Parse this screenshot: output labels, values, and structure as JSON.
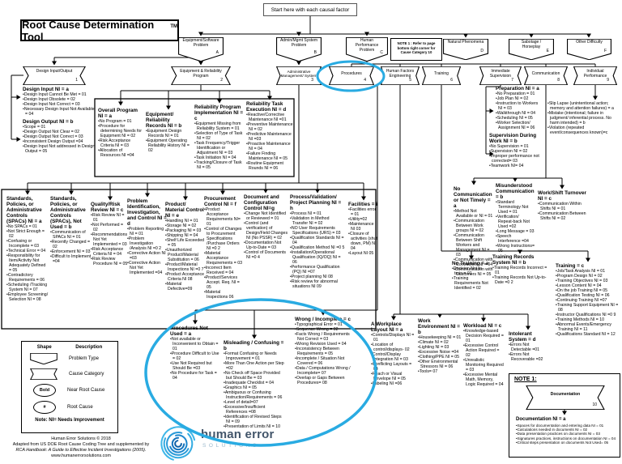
{
  "header": {
    "title": "Root Cause Determination Tool",
    "tm": "TM"
  },
  "start_box": {
    "label": "Start here with each causal factor"
  },
  "top_note": {
    "text": "NOTE 1 : Refer to page bottom right corner for Cause Category 10"
  },
  "colors": {
    "highlight_blue": "#29ABE2",
    "logo_navy": "#42556A",
    "logo_light": "#9CB9CC"
  },
  "problem_types": [
    {
      "label": "Equipment/Software Problem",
      "letter": "A"
    },
    {
      "label": "Admin/Mgmt System Problem",
      "letter": "B"
    },
    {
      "label": "Human Performance Problem",
      "letter": "C"
    },
    {
      "label": "Natural Phenomena",
      "letter": "D"
    },
    {
      "label": "Sabotage / Horseplay",
      "letter": "E"
    },
    {
      "label": "Other Difficulty",
      "letter": "F"
    }
  ],
  "cause_categories": [
    {
      "label": "Design Input/Output",
      "number": "1"
    },
    {
      "label": "Equipment & Reliability Program",
      "number": "2"
    },
    {
      "label": "Administrative Management/ System",
      "number": "3"
    },
    {
      "label": "Procedures",
      "number": "4"
    },
    {
      "label": "Human Factors Engineering",
      "number": "5"
    },
    {
      "label": "Training",
      "number": "6"
    },
    {
      "label": "Immediate Supervision",
      "number": "7"
    },
    {
      "label": "Communication",
      "number": "8"
    },
    {
      "label": "Individual Performance",
      "number": "9"
    }
  ],
  "lists": {
    "design_input": {
      "title": "Design Input NI = a",
      "items": [
        "Design Input Cannot Be Met = 01",
        "Design Input Obsolete = 02",
        "Design Input Not Correct = 03",
        "Necessary Design Input Not Available = 04"
      ]
    },
    "design_output": {
      "title": "Design Output NI = b",
      "items": [
        "Scope = 01",
        "Design Output Not Clear = 02",
        "Design Output Not Correct = 03",
        "Inconsistent Design Output =04",
        "Design Input Not addressed in Design Output = 05"
      ]
    },
    "overall_program": {
      "title": "Overall Program NI = a",
      "items": [
        "No Program = 01",
        "Procedure for determining Needs for Equipment NI = 02",
        "Risk Acceptance Criteria NI = 03",
        "Allocation of Resources NI =04"
      ]
    },
    "equipment_reliability_records": {
      "title": "Equipment/ Reliability Records NI = b",
      "items": [
        "Equipment Design Records NI = 01",
        "Equipment Operating Reliability History NI = 02"
      ]
    },
    "reliability_program_implementation": {
      "title": "Reliability Program Implementation NI = c",
      "items": [
        "Equipment Missing from Reliability System = 01",
        "Selection of Type of Task NI = 02",
        "Task Frequency/Trigger Identification or Adjustment NI = 03",
        "Task Initiation NI = 04",
        "Tracking/Closure of Task NI = 05"
      ]
    },
    "reliability_task_execution": {
      "title": "Reliability Task Execution NI = d",
      "items": [
        "Reactive/Corrective Maintenance NI =01",
        "Preventive Maintenance NI = 02",
        "Predictive Maintenance NI =03",
        "Proactive Maintenance NI = 04",
        "Failure Finding Maintenance NI = 05",
        "Routine Equipment Rounds NI = 06"
      ]
    },
    "spacs_ni": {
      "title": "Standards, Policies, or Administrative Controls (SPACs) NI = a",
      "items": [
        "No SPACs = 01",
        "Not Strict Enough = 02",
        "Confusing or Incomplete = 03",
        "Technical Error = 04",
        "Responsibility for Item/Activity Not Adequately Defined = 05",
        "Contradictory Requirements = 06",
        "Scheduling /Tracking System NI = 07",
        "Employee Screening/ Selection NI = 08"
      ]
    },
    "spacs_not_used": {
      "title": "Standards, Policies, or Administrative Controls (SPACs), Not Used = b",
      "items": [
        "Communication of SPACs NI = 01",
        "Recently Changed = 02",
        "Enforcement NI = 03",
        "Difficult to Implement =04"
      ]
    },
    "quality_risk_review": {
      "title": "Quality/Risk Review NI = c",
      "items": [
        "Risk Review NI = 01",
        "Not Performed = 02",
        "Recommendations Not Yet Implemented = 03",
        "Risk Acceptance Criteria NI = 04",
        "Risk Review Procedure NI = 05"
      ]
    },
    "problem_identification": {
      "title": "Problem Identification, Investigation, and Control NI = d",
      "items": [
        "Problem Reporting NI = 01",
        "Problem Investigation /Analysis NI =0 2",
        "Corrective Action NI =03",
        "Corrective Action Not Yet Implemented =04"
      ]
    },
    "product_material_control": {
      "title": "Product/ Material Control NI = e",
      "items": [
        "Handling NI = 01",
        "Storage NI = 02",
        "Packaging NI = 03",
        "Shipping NI = 04",
        "Shelf Life Exceeded = 05",
        "Unauthorized Product/Material Substitution = 06",
        "Product/Material Inspections NI =0 7",
        "Product Acceptance Criteria NI  08",
        "Material Defective=09"
      ]
    },
    "procurement_control": {
      "title": "Procurement Control NI = f",
      "items": [
        "Product Acceptance Requirements NI= 01",
        "Control of Changes to Procurement Specifications /Purchase Orders NI =0 2",
        "Material Acceptance Requirements = 03",
        "Incorrect Item Received = 04",
        "Product/Services Accept. Req. NI = 05",
        "Material Inspections 06"
      ]
    },
    "document_config": {
      "title": "Document and Configuration Control NI=g",
      "items": [
        "Change Not Identified or Reviewed = 01",
        "Control (and verification) of Design/Field Changes NI (No PSSR) = 02",
        "Documentation Not Up-to-Date = 03",
        "Control of Documents NI =0 4"
      ]
    },
    "process_validation": {
      "title": "Process/Validation/ Project Planning NI = h",
      "items": [
        "Process NI  = 01",
        "Validation in Method Transfer NI = 02",
        "NO User Requirements Specifications (URS) = 03",
        "Qualification Standards NI  = 04",
        "Qualification Method NI =0 5",
        "Installation/Operational Qualification (IQ/OQ) NI = 06",
        "Performance Qualification (PQ) NI =07",
        "Project planning NI 08",
        "Risk review for abnormal situations NI 09"
      ]
    },
    "facilities": {
      "title": "Facilities = i",
      "items": [
        "Facilities error = 01",
        "Utility=02",
        "Maintenance NI 03",
        "Closure of activities (shut down, PM) NI 04",
        "Layout NI  05"
      ]
    },
    "procedures_not_used": {
      "title": "Procedures Not Used = a",
      "items": [
        "Not available or Inconvenient to Obtain = 01",
        "Procedure Difficult to Use = 02",
        "Use Not Required but Should Be =03",
        "No Procedure for Task = 04"
      ]
    },
    "misleading_confusing": {
      "title": "Misleading / Confusing = b",
      "items": [
        "Format Confusing or Needs Improvement = 01",
        "More Than One Action per Step =02",
        "No Check off Space Provided but Should Be = 03",
        "Inadequate Checklist = 04",
        "Graphics NI = 05",
        "Ambiguous or Confusing Instruction/Requirements = 06",
        "Level of detail=07",
        "Excessive/Insufficient References =08",
        "Identification of Revised Steps NI = 09",
        "Presentation of Limits NI = 10"
      ]
    },
    "wrong_incomplete": {
      "title": "Wrong / Incomplete = c",
      "items": [
        "Typographical Error = 01",
        "Sequence Wrong = 02",
        "Facts Wrong / Requirements Not Correct = 03",
        "Wrong Revision Used = 04",
        "Inconsistency Between Requirements = 05",
        "Incomplete / Situation Not Covered = 06",
        "Data / Computations Wrong / Incomplete= 07",
        "Overlap or Gaps Between Procedures= 08"
      ]
    },
    "workplace_layout": {
      "title": "A Workplace Layout NI = a",
      "items": [
        "Controls/Displays NI = 01",
        "Location of control/displays- 02",
        "Control/Display Integration NI = 03",
        "Conflicting Layouts = 04",
        "Reach or Visual Envelope NI = 05",
        "Labeling NI =06"
      ]
    },
    "work_environment": {
      "title": "Work Environment NI = b",
      "items": [
        "Housekeeping NI = 01",
        "Climate NI = 02",
        "Lighting NI = 03",
        "Excessive Noise =04",
        "Clothing/PPE NI = 05",
        "Other Environmental Stressors NI = 06",
        "Tools= 07"
      ]
    },
    "workload": {
      "title": "Workload NI = c",
      "items": [
        "Knowledge-based Decision Required = 01",
        "Excessive Control Action Required = 02",
        "Unrealistic Monitoring Required = 03",
        "Excessive Mental Math, Memory, Logic Required = 04"
      ]
    },
    "intolerant_system": {
      "title": "Intolerant System = d",
      "items": [
        "Errors Not Detectable =01",
        "Errors Not Recoverable =02"
      ]
    },
    "no_communication": {
      "title": "No Communication or Not Timely = a",
      "items": [
        "Method Not Available or NI = 01",
        "Communication Between Work groups NI = 02",
        "Communication Between Shift Workers and Management NI = 03",
        "Communication with Contractors NI = 04",
        "Communication with Customers NI = 05"
      ]
    },
    "misunderstood_communication": {
      "title": "Misunderstood Communication = b",
      "items": [
        "Standard Terminology Not Used = 01",
        "Verification/ Repeat-back Not Used =02",
        "Long Message = 03",
        "Speech Interference =04",
        "Wrong Instructions= 05"
      ]
    },
    "work_shift_turnover": {
      "title": "Work/Shift Turnover NI = c",
      "items": [
        "Communication Within Shifts NI = 01",
        "Communication Between Shifts NI = 02"
      ]
    },
    "no_training": {
      "title": "No Training = a",
      "items": [
        "Decision Not to train = 01",
        "Training Requirements Not Identified = 02"
      ]
    },
    "training_records": {
      "title": "Training Records System NI = b",
      "items": [
        "Training Records Incorrect = 01",
        "Training Records Not Up-to- Date =0 2"
      ]
    },
    "training_c": {
      "title": "Training = c",
      "items": [
        "Job/Task Analysis NI = 01",
        "Program Design NI = 02",
        "Training Objectives NI = 03",
        "Lesson Content NI = 04",
        "On the job Training NI = 05",
        "Qualification Testing NI = 06",
        "Continuing Training NI =07",
        "Training Support Equipment NI = 08",
        "Instructor Qualifications NI =0 9",
        "Training Methods NI  = 10",
        "Abnormal Events/Emergency Training NI = 11",
        "Qualifications Standard NI = 12"
      ]
    },
    "preparation": {
      "title": "Preparation NI  = a",
      "items": [
        "No Preparation = 01",
        "Job Plan NI = 02",
        "Instruction to Workers NI = 03",
        "Walkthrough NI = 04",
        "Scheduling NI = 05",
        "Worker Selection/ Assignment NI = 06"
      ]
    },
    "supervision_during_work": {
      "title": "Supervision During Work NI = b",
      "items": [
        "No Supervision = 01",
        "Supervision NI = 02",
        "Improper performance not corrected= 03",
        "Teamwork NI= 04"
      ]
    },
    "individual_performance": {
      "title": "",
      "items": [
        "Slip Lapse (unintentional action; memory and attention failures) = a",
        "Mistake (intentional; failure in judgment/ inferential process. No harm intended) = b",
        "Violation (repeated event/consequences known)=c"
      ]
    },
    "documentation": {
      "title": "Documentation NI = a",
      "items": [
        "Spaces for documentation and entering data NI = 01",
        "Calculations needed in documents NI = 02",
        "Data presentation practices on documents NI = 03",
        "Signatures practices, instructions on documentation NI = 04",
        "Critical steps presentation on documents Not Used= 05"
      ]
    }
  },
  "note_box": {
    "label": "NOTE 1:",
    "chevron_label": "Documentation",
    "chevron_number": "10"
  },
  "legend": {
    "shape_header": "Shape",
    "desc_header": "Description",
    "rows": [
      {
        "glyph": "",
        "label": "Problem Type"
      },
      {
        "glyph": "",
        "label": "Cause Category"
      },
      {
        "glyph": "Bold",
        "label": "Near Root Cause"
      },
      {
        "glyph": "#",
        "label": "Root Cause"
      }
    ],
    "note": "Note: NI= Needs Improvement"
  },
  "footer": {
    "lines": [
      "Human Error Solutions © 2018",
      "Adapted from US DOE Root Cause Coding Tree and supplemented by",
      "RCA Handbook: A Guide to Effective Incident Investigations (2005).",
      "www.humanerrorsolutions.com"
    ]
  },
  "logo": {
    "text": "human error",
    "subtext": "SOLUTIONS"
  }
}
